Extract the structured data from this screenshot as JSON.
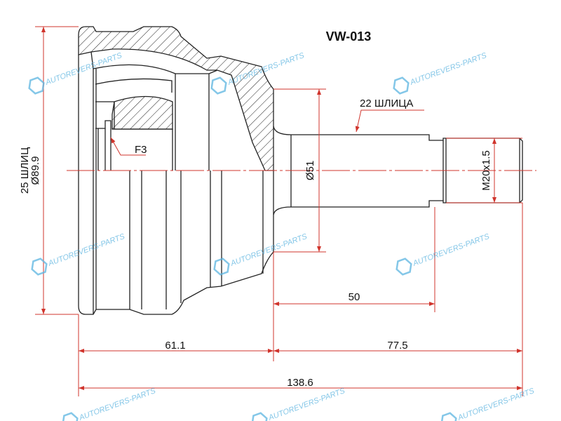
{
  "title": "VW-013",
  "labels": {
    "outer_splines": "25 ШЛИЦ",
    "outer_diameter": "Ø89.9",
    "f3": "F3",
    "shaft_splines": "22 ШЛИЦА",
    "shaft_diameter": "Ø51",
    "thread": "M20x1.5"
  },
  "dimensions": {
    "shaft_length": "50",
    "body_length": "61.1",
    "stem_length": "77.5",
    "total_length": "138.6"
  },
  "watermark": "AUTOREVERS-PARTS",
  "colors": {
    "dimension": "#d0342c",
    "watermark": "#5bb4e0",
    "outline": "#222222"
  }
}
